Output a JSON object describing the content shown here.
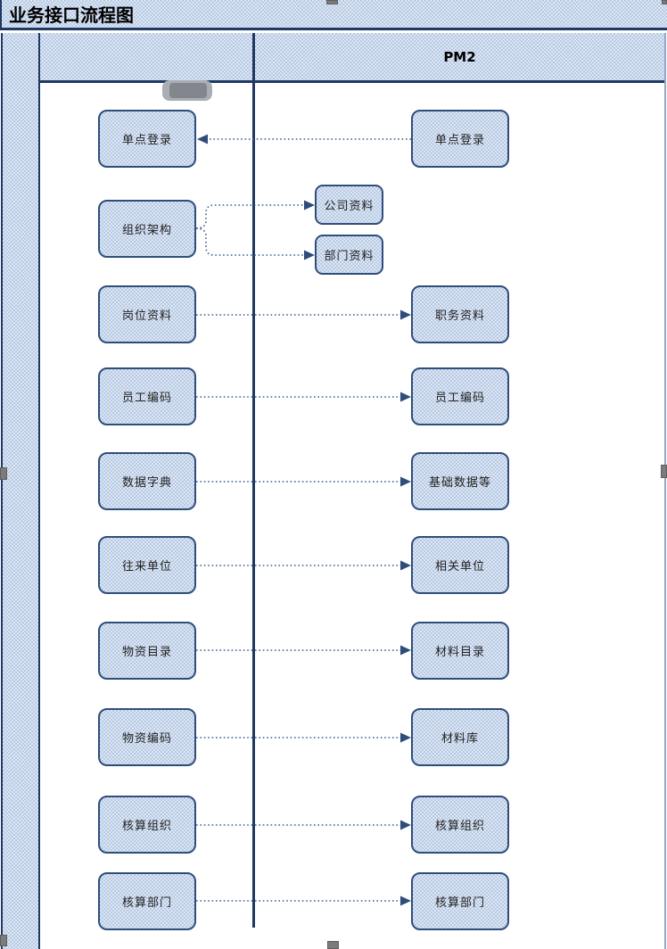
{
  "window": {
    "title": "业务接口流程图"
  },
  "lanes": {
    "left_header": "",
    "right_header": "PM2"
  },
  "diagram": {
    "left_boxes": [
      "单点登录",
      "组织架构",
      "岗位资料",
      "员工编码",
      "数据字典",
      "往来单位",
      "物资目录",
      "物资编码",
      "核算组织",
      "核算部门"
    ],
    "middle_boxes": [
      "公司资料",
      "部门资料"
    ],
    "right_boxes": [
      "单点登录",
      "职务资料",
      "员工编码",
      "基础数据等",
      "相关单位",
      "材料目录",
      "材料库",
      "核算组织",
      "核算部门"
    ]
  },
  "colors": {
    "box_fill": "#cdd9ec",
    "box_fill_dot": "#b7c9e3",
    "box_border": "#2e4d7b",
    "frame_line": "#1f3864",
    "connector": "#3a5f94",
    "selection_handle": "#7b7b7b",
    "redacted_label": "#83878d"
  }
}
